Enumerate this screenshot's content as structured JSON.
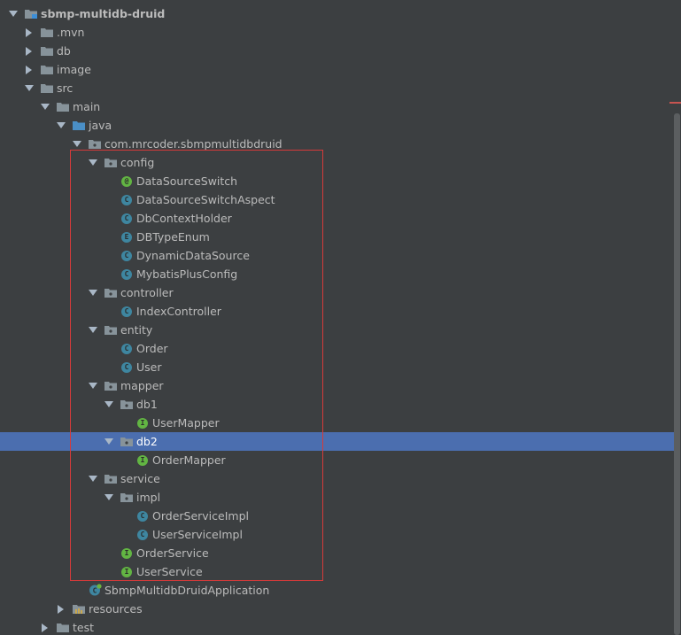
{
  "colors": {
    "background": "#3c3f41",
    "selection": "#4b6eaf",
    "text": "#bbbbbb",
    "folder": "#87939a",
    "class_badge": "#3e86a0",
    "interface_badge": "#62b543",
    "enum_badge": "#3e86a0",
    "annotation_badge": "#62b543",
    "highlight_border": "#d63a3a"
  },
  "tree": {
    "items": [
      {
        "label": "sbmp-multidb-druid",
        "icon": "module-folder-icon",
        "expanded": true,
        "root": true
      },
      {
        "label": ".mvn",
        "icon": "folder-icon",
        "expanded": false
      },
      {
        "label": "db",
        "icon": "folder-icon",
        "expanded": false
      },
      {
        "label": "image",
        "icon": "folder-icon",
        "expanded": false
      },
      {
        "label": "src",
        "icon": "folder-icon",
        "expanded": true
      },
      {
        "label": "main",
        "icon": "folder-icon",
        "expanded": true
      },
      {
        "label": "java",
        "icon": "source-folder-icon",
        "expanded": true
      },
      {
        "label": "com.mrcoder.sbmpmultidbdruid",
        "icon": "package-icon",
        "expanded": true
      },
      {
        "label": "config",
        "icon": "package-icon",
        "expanded": true
      },
      {
        "label": "DataSourceSwitch",
        "icon": "annotation-icon",
        "badge": "@"
      },
      {
        "label": "DataSourceSwitchAspect",
        "icon": "class-icon",
        "badge": "C"
      },
      {
        "label": "DbContextHolder",
        "icon": "class-icon",
        "badge": "C"
      },
      {
        "label": "DBTypeEnum",
        "icon": "enum-icon",
        "badge": "E"
      },
      {
        "label": "DynamicDataSource",
        "icon": "class-icon",
        "badge": "C"
      },
      {
        "label": "MybatisPlusConfig",
        "icon": "class-icon",
        "badge": "C"
      },
      {
        "label": "controller",
        "icon": "package-icon",
        "expanded": true
      },
      {
        "label": "IndexController",
        "icon": "class-icon",
        "badge": "C"
      },
      {
        "label": "entity",
        "icon": "package-icon",
        "expanded": true
      },
      {
        "label": "Order",
        "icon": "class-icon",
        "badge": "C"
      },
      {
        "label": "User",
        "icon": "class-icon",
        "badge": "C"
      },
      {
        "label": "mapper",
        "icon": "package-icon",
        "expanded": true
      },
      {
        "label": "db1",
        "icon": "package-icon",
        "expanded": true
      },
      {
        "label": "UserMapper",
        "icon": "interface-icon",
        "badge": "I"
      },
      {
        "label": "db2",
        "icon": "package-icon",
        "expanded": true,
        "selected": true
      },
      {
        "label": "OrderMapper",
        "icon": "interface-icon",
        "badge": "I"
      },
      {
        "label": "service",
        "icon": "package-icon",
        "expanded": true
      },
      {
        "label": "impl",
        "icon": "package-icon",
        "expanded": true
      },
      {
        "label": "OrderServiceImpl",
        "icon": "class-icon",
        "badge": "C"
      },
      {
        "label": "UserServiceImpl",
        "icon": "class-icon",
        "badge": "C"
      },
      {
        "label": "OrderService",
        "icon": "interface-icon",
        "badge": "I"
      },
      {
        "label": "UserService",
        "icon": "interface-icon",
        "badge": "I"
      },
      {
        "label": "SbmpMultidbDruidApplication",
        "icon": "spring-boot-class-icon",
        "badge": "C"
      },
      {
        "label": "resources",
        "icon": "resources-folder-icon",
        "expanded": false
      },
      {
        "label": "test",
        "icon": "folder-icon",
        "expanded": false
      }
    ]
  }
}
